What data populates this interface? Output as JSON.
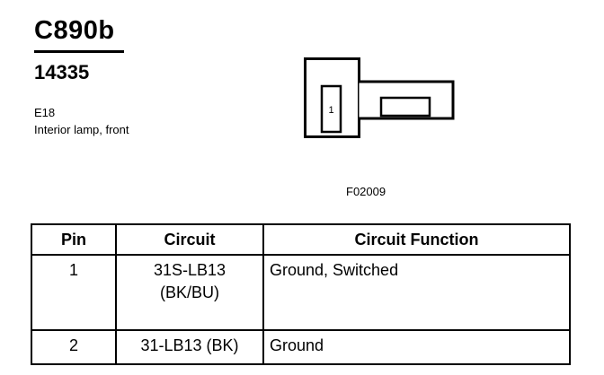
{
  "header": {
    "connector_id": "C890b",
    "part_number": "14335",
    "location_code": "E18",
    "description": "Interior lamp, front"
  },
  "diagram": {
    "pin_label": "1",
    "figure_code": "F02009"
  },
  "table": {
    "columns": [
      "Pin",
      "Circuit",
      "Circuit Function"
    ],
    "rows": [
      {
        "pin": "1",
        "circuit_line1": "31S-LB13",
        "circuit_line2": "(BK/BU)",
        "function": "Ground, Switched"
      },
      {
        "pin": "2",
        "circuit_line1": "31-LB13 (BK)",
        "circuit_line2": "",
        "function": "Ground"
      }
    ]
  }
}
